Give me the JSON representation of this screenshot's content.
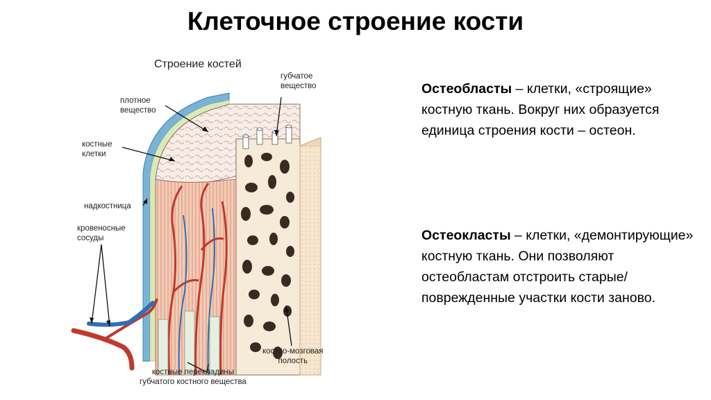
{
  "title": "Клеточное строение кости",
  "figure": {
    "title": "Строение костей",
    "labels": {
      "spongy": "губчатое\nвещество",
      "compact": "плотное\nвещество",
      "cells": "костные\nклетки",
      "periosteum": "надкостница",
      "vessels": "кровеносные\nсосуды",
      "marrow": "костно-мозговая\nполость",
      "trabeculae": "костные перекладины\nгубчатого костного вещества"
    }
  },
  "osteoblasts": {
    "term": "Остеобласты",
    "text": " – клетки, «строящие» костную ткань. Вокруг них образуется единица строения кости – остеон."
  },
  "osteoclasts": {
    "term": "Остеокласты",
    "text": " – клетки, «демонтирующие» костную ткань. Они позволяют остеобластам отстроить старые/поврежденные участки кости заново."
  }
}
